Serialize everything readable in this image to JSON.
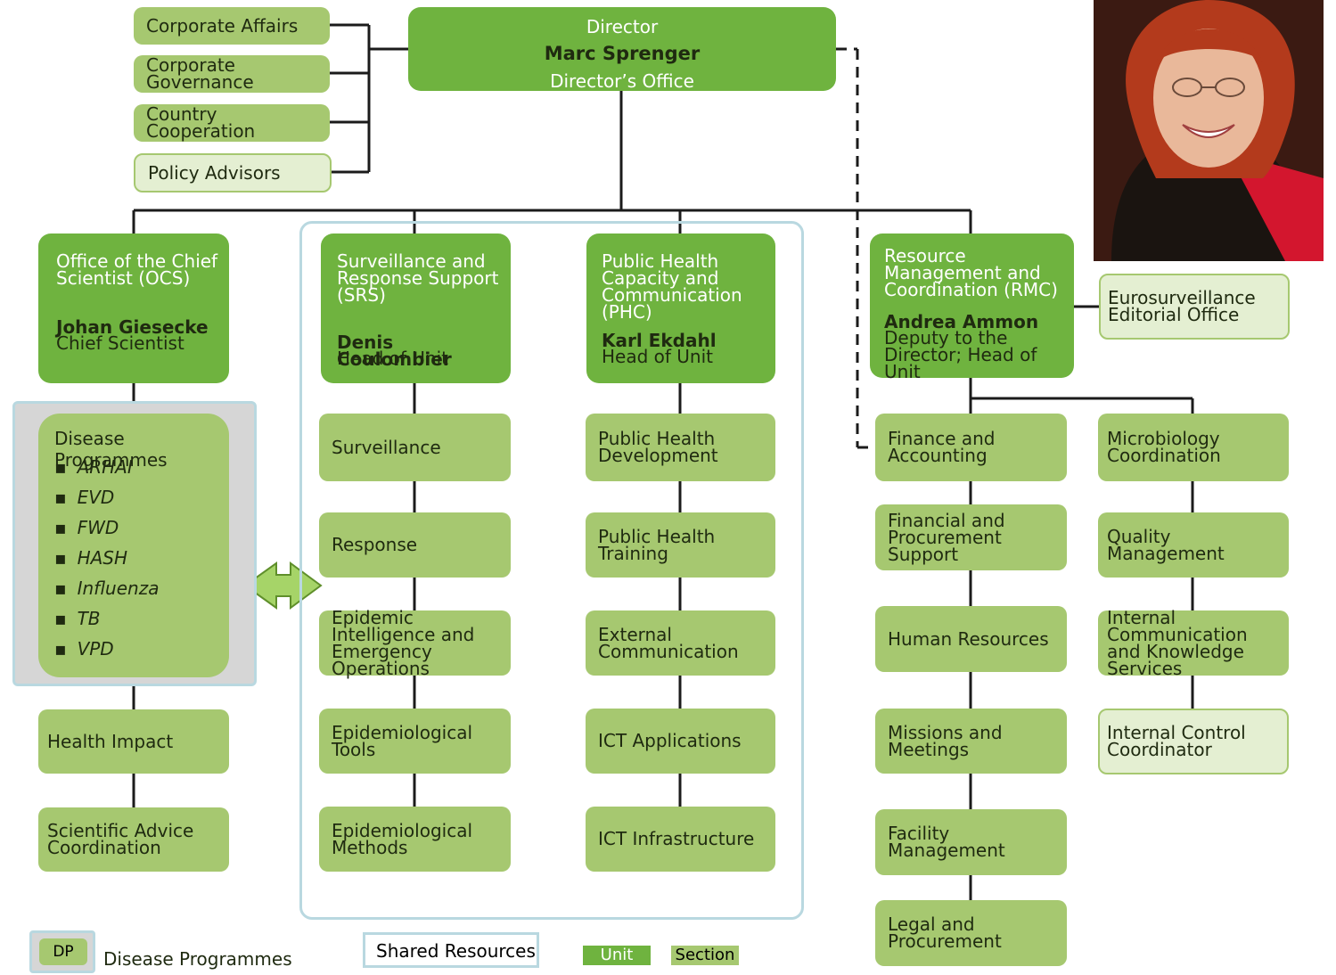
{
  "director": {
    "title": "Director",
    "name": "Marc Sprenger",
    "office": "Director’s Office"
  },
  "advisory": [
    {
      "key": "corporate-affairs",
      "label": "Corporate Affairs"
    },
    {
      "key": "corporate-governance",
      "label": "Corporate Governance"
    },
    {
      "key": "country-cooperation",
      "label": "Country Cooperation"
    },
    {
      "key": "policy-advisors",
      "label": "Policy Advisors"
    }
  ],
  "units": {
    "ocs": {
      "title": "Office of the Chief Scientist (OCS)",
      "head": "Johan Giesecke",
      "role": "Chief Scientist"
    },
    "srs": {
      "title": "Surveillance and Response Support (SRS)",
      "head": "Denis Coulombier",
      "role": "Head of Unit"
    },
    "phc": {
      "title": "Public Health Capacity and Communication (PHC)",
      "head": "Karl Ekdahl",
      "role": "Head of Unit"
    },
    "rmc": {
      "title": "Resource Management and Coordination (RMC)",
      "head": "Andrea Ammon",
      "role": "Deputy to the Director; Head of Unit"
    }
  },
  "disease_programmes": {
    "title": "Disease Programmes",
    "items": [
      "ARHAI",
      "EVD",
      "FWD",
      "HASH",
      "Influenza",
      "TB",
      "VPD"
    ]
  },
  "ocs_sections": [
    "Health Impact",
    "Scientific Advice Coordination"
  ],
  "srs_sections": [
    "Surveillance",
    "Response",
    "Epidemic Intelligence and Emergency Operations",
    "Epidemiological Tools",
    "Epidemiological Methods"
  ],
  "phc_sections": [
    "Public Health Development",
    "Public Health Training",
    "External Communication",
    "ICT Applications",
    "ICT Infrastructure"
  ],
  "rmc_sections": [
    "Finance and Accounting",
    "Financial and Procurement Support",
    "Human Resources",
    "Missions and Meetings",
    "Facility Management",
    "Legal and Procurement"
  ],
  "rmc_right_sections": [
    "Microbiology Coordination",
    "Quality Management",
    "Internal Communication and Knowledge Services",
    "Internal Control Coordinator"
  ],
  "eurosurveillance": "Eurosurveillance Editorial Office",
  "legend": {
    "dp_code": "DP",
    "dp_label": "Disease Programmes",
    "shared": "Shared Resources",
    "unit": "Unit",
    "section": "Section"
  },
  "colors": {
    "unit": "#6fb33f",
    "section": "#a6c870",
    "frame": "#b9d8e0",
    "line": "#1b1b1b"
  }
}
